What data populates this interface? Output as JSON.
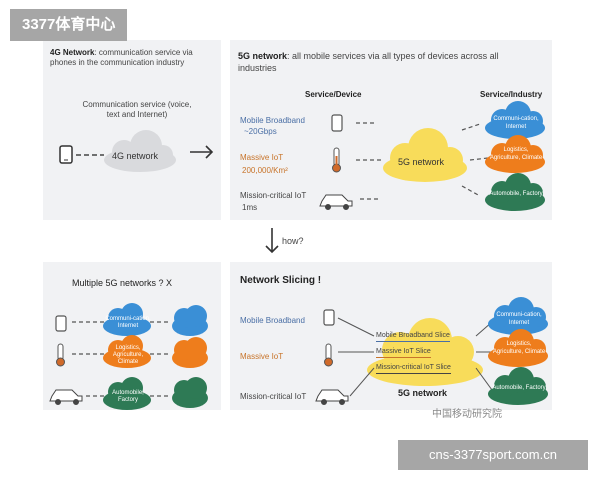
{
  "watermarks": {
    "top": "3377体育中心",
    "bottom": "cns-3377sport.com.cn",
    "image_stamp": "中国移动研究院"
  },
  "panel_4g": {
    "title_bold": "4G Network",
    "title_rest": ": communication service via phones in the communication industry",
    "service_label": "Communication service (voice, text and Internet)",
    "cloud_label": "4G network"
  },
  "panel_5g": {
    "title_bold": "5G network",
    "title_rest": ": all mobile services via all types of devices across all industries",
    "col_device": "Service/Device",
    "col_industry": "Service/Industry",
    "services": [
      {
        "name": "Mobile Broadband",
        "detail": "~20Gbps",
        "color": "#4a6fa5"
      },
      {
        "name": "Massive IoT",
        "detail": "200,000/Km²",
        "color": "#c8742a"
      },
      {
        "name": "Mission-critical IoT",
        "detail": "1ms",
        "color": "#333333"
      }
    ],
    "cloud_label": "5G network",
    "industries": [
      {
        "label": "Communi-cation, Internet",
        "color": "#3a8fd6"
      },
      {
        "label": "Logistics, Agriculture, Climate",
        "color": "#ee7d1c"
      },
      {
        "label": "Automobile, Factory",
        "color": "#2e7a55"
      }
    ]
  },
  "how_label": "how?",
  "panel_multi": {
    "title": "Multiple 5G networks ? X",
    "clouds": [
      {
        "label": "Communi-cation, Internet",
        "color": "#3a8fd6"
      },
      {
        "label": "Logistics, Agriculture, Climate",
        "color": "#ee7d1c"
      },
      {
        "label": "Automobile, Factory",
        "color": "#2e7a55"
      }
    ]
  },
  "panel_slicing": {
    "title": "Network Slicing !",
    "services": [
      "Mobile Broadband",
      "Massive IoT",
      "Mission-critical IoT"
    ],
    "slices": [
      "Mobile Broadband Slice",
      "Massive IoT Slice",
      "Mission-critical IoT Slice"
    ],
    "cloud_label": "5G network",
    "industries": [
      {
        "label": "Communi-cation, Internet",
        "color": "#3a8fd6"
      },
      {
        "label": "Logistics, Agriculture, Climate",
        "color": "#ee7d1c"
      },
      {
        "label": "Automobile, Factory",
        "color": "#2e7a55"
      }
    ]
  },
  "colors": {
    "panel_bg": "#f1f2f4",
    "gray_cloud": "#d9dadd",
    "yellow_cloud": "#f8dc5a",
    "arrow": "#333333"
  }
}
